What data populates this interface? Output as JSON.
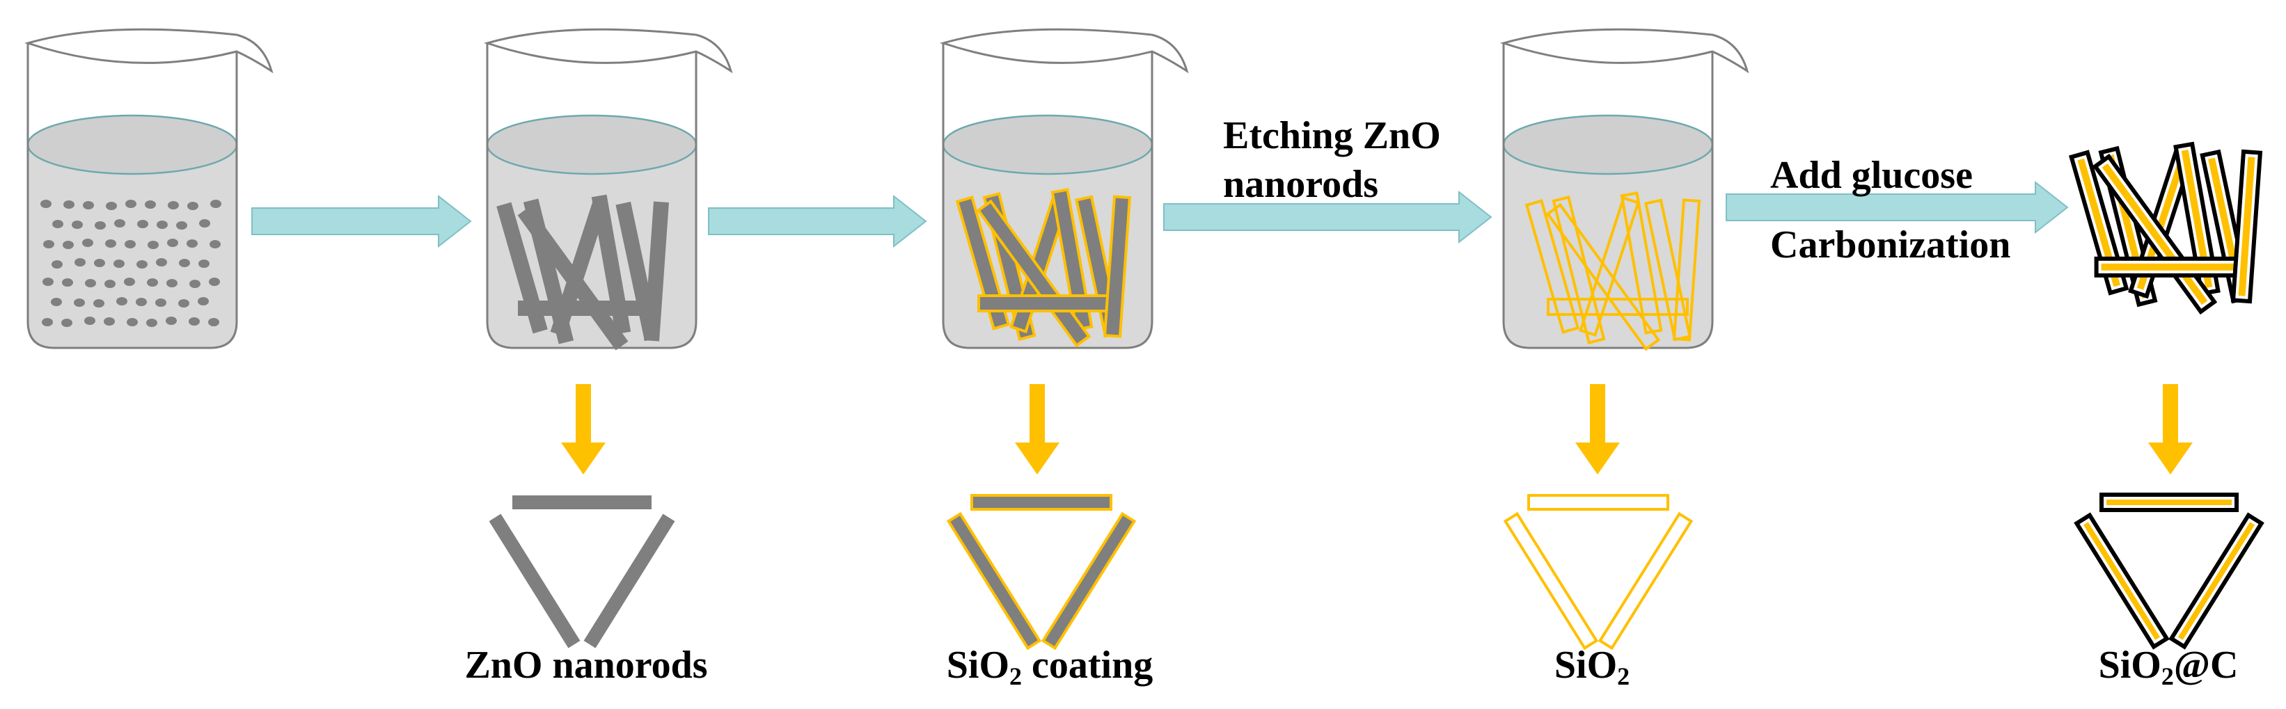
{
  "step_labels": {
    "etching_line1": "Etching ZnO",
    "etching_line2": "nanorods",
    "glucose_line1": "Add glucose",
    "glucose_line2": "Carbonization"
  },
  "products": {
    "zno": "ZnO nanorods",
    "sio2_coating_pre": "SiO",
    "sio2_coating_sub": "2",
    "sio2_coating_post": " coating",
    "sio2_pre": "SiO",
    "sio2_sub": "2",
    "sio2c_pre": "SiO",
    "sio2c_sub": "2",
    "sio2c_post": "@C"
  },
  "colors": {
    "process_arrow": "#a8dcdf",
    "process_arrow_edge": "#7fbfc4",
    "down_arrow": "#ffc000",
    "zno_rod": "#7f7f7f",
    "silica_shell": "#ffc000",
    "carbon_outline": "#000000",
    "beaker_liquid": "#d9d9d9",
    "beaker_outline": "#7f7f7f"
  }
}
